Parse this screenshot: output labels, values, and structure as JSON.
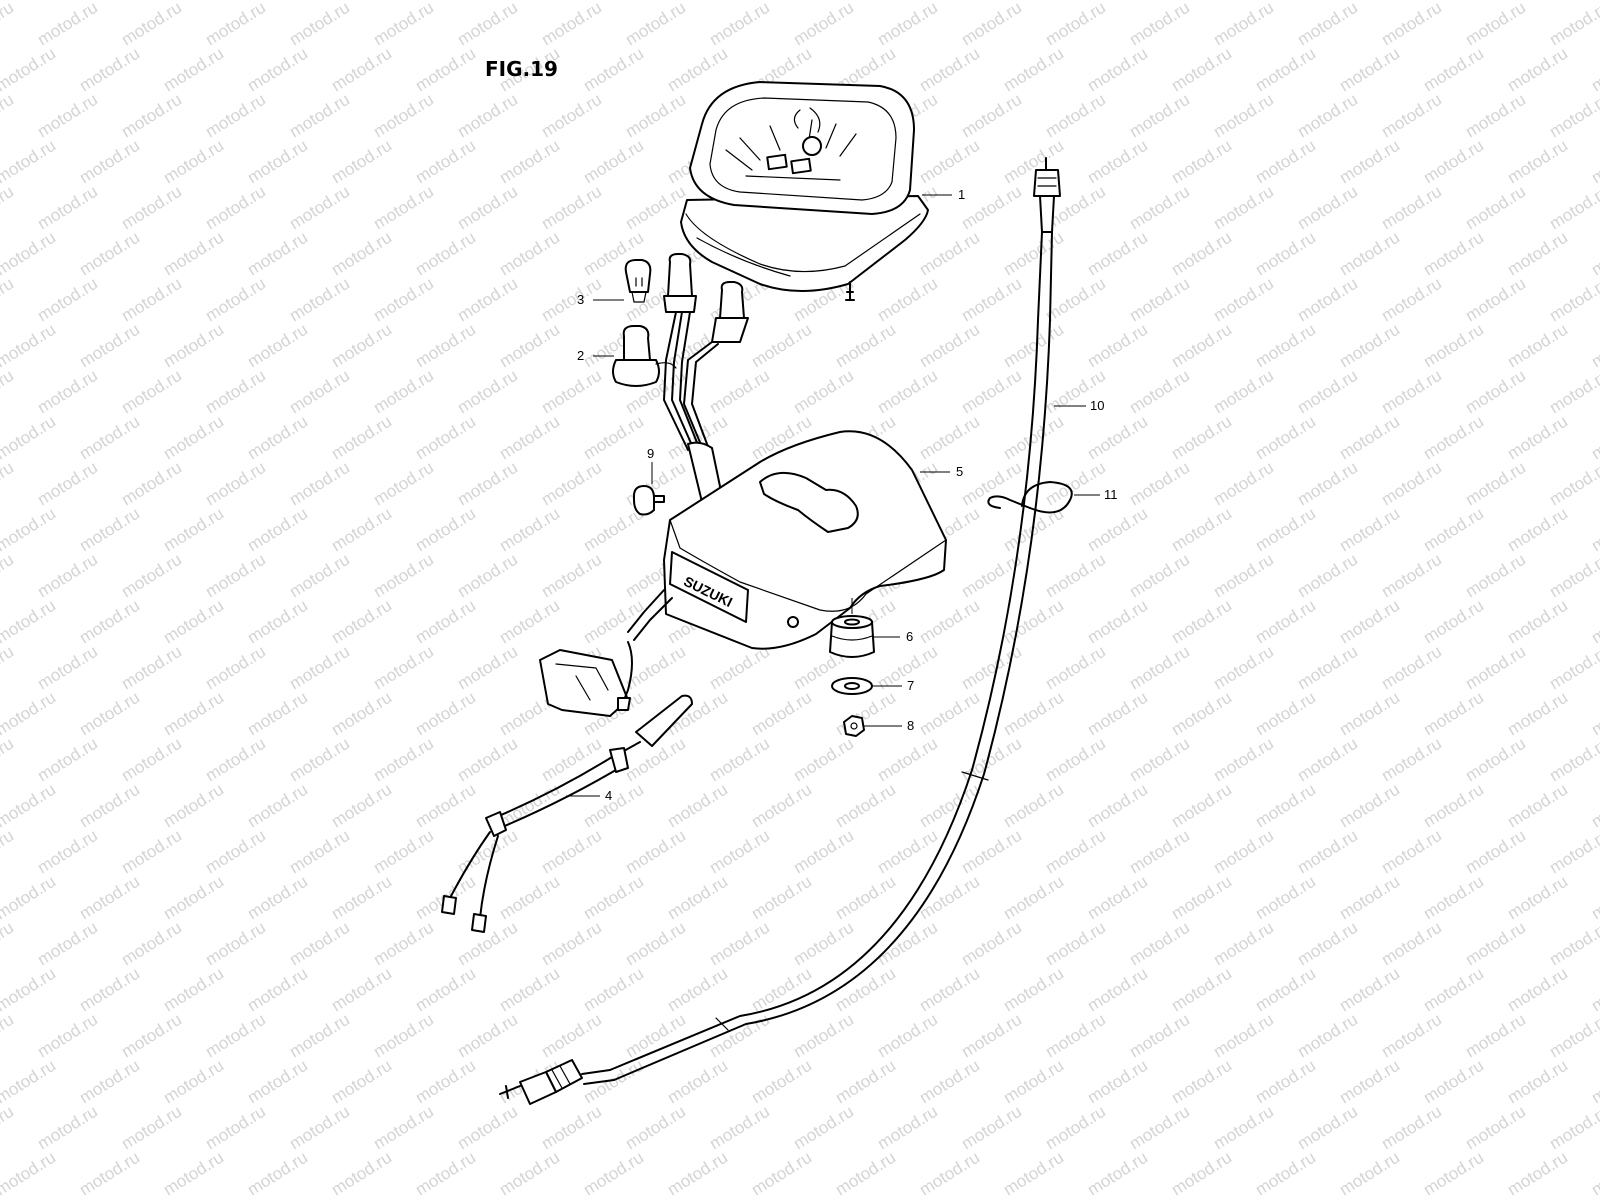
{
  "figure": {
    "title": "FIG.19"
  },
  "watermark": {
    "text": "motod.ru"
  },
  "callouts": [
    "1",
    "2",
    "3",
    "4",
    "5",
    "6",
    "7",
    "8",
    "9",
    "10",
    "11"
  ],
  "brand": {
    "logo_text": "SUZUKI"
  }
}
